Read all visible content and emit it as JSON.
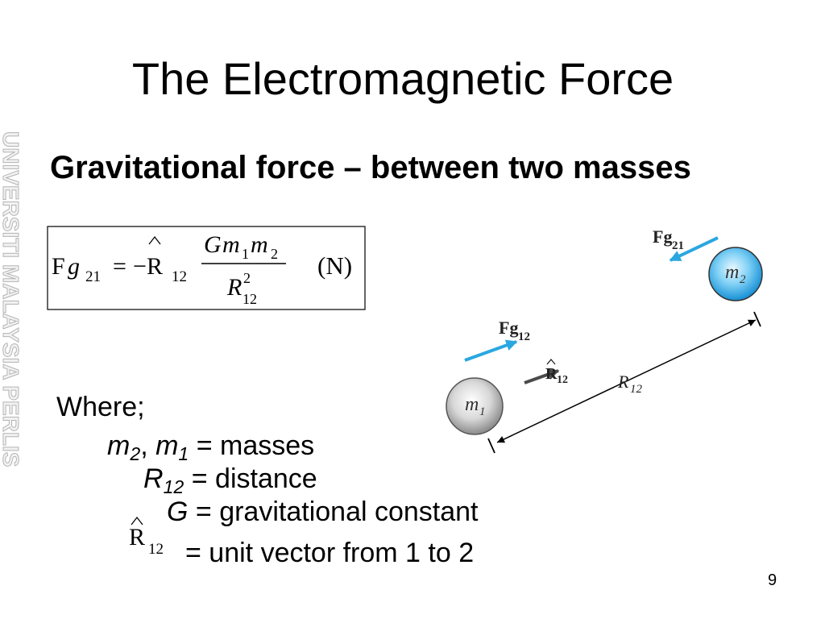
{
  "slide": {
    "title": "The Electromagnetic Force",
    "subtitle": "Gravitational force – between two masses",
    "watermark": "UNIVERSITI MALAYSIA PERLIS",
    "page_number": "9"
  },
  "formula": {
    "lhs": {
      "symbol_F": "F",
      "symbol_g": "g",
      "sub": "21"
    },
    "equals": "=",
    "minus": "−",
    "unit_vector": {
      "symbol": "R",
      "sub": "12"
    },
    "numerator": {
      "G": "G",
      "m_a": "m",
      "m_a_sub": "1",
      "m_b": "m",
      "m_b_sub": "2"
    },
    "denominator": {
      "R": "R",
      "sup": "2",
      "sub": "12"
    },
    "unit": "(N)"
  },
  "legend": {
    "heading": "Where;",
    "masses": {
      "m2": "m",
      "m2_sub": "2",
      "sep": ", ",
      "m1": "m",
      "m1_sub": "1",
      "text": " = masses"
    },
    "distance": {
      "symbol": "R",
      "sub": "12",
      "text": " = distance"
    },
    "constant": {
      "symbol": "G",
      "text": " = gravitational constant"
    },
    "unit_vector": {
      "symbol": "R",
      "sub": "12",
      "text": "= unit vector from 1 to 2"
    }
  },
  "diagram": {
    "mass_1": {
      "symbol": "m",
      "sub": "1"
    },
    "mass_2": {
      "symbol": "m",
      "sub": "2"
    },
    "force_12": {
      "label": "Fg",
      "sub": "12"
    },
    "force_21": {
      "label": "Fg",
      "sub": "21"
    },
    "unit_vector": {
      "symbol": "R",
      "sub": "12"
    },
    "separation": {
      "symbol": "R",
      "sub": "12"
    }
  },
  "colors": {
    "force_arrow": "#2aa7e0",
    "unit_vector_arrow": "#4a4a4a",
    "mass_1_fill": "#c9c9c9",
    "mass_2_fill": "#3bb4ec",
    "watermark": "#b4b4b4"
  }
}
